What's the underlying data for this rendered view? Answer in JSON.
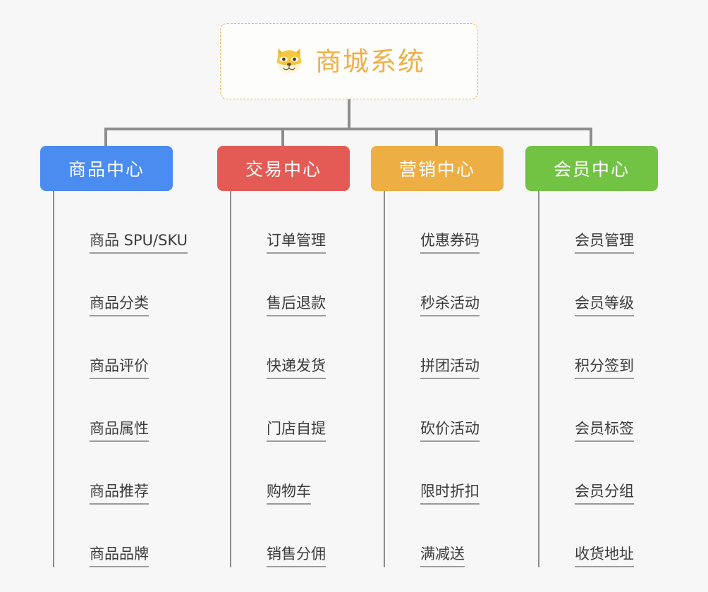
{
  "root": {
    "title": "商城系统",
    "icon": "shiba-dog-face-icon",
    "border_color": "#e8b960",
    "text_color": "#eeb04a"
  },
  "connector_color": "#8d8d8d",
  "background_color": "#f7f7f7",
  "columns": [
    {
      "label": "商品中心",
      "color": "#4a8cf0",
      "items": [
        "商品 SPU/SKU",
        "商品分类",
        "商品评价",
        "商品属性",
        "商品推荐",
        "商品品牌"
      ]
    },
    {
      "label": "交易中心",
      "color": "#e45b56",
      "items": [
        "订单管理",
        "售后退款",
        "快递发货",
        "门店自提",
        "购物车",
        "销售分佣"
      ]
    },
    {
      "label": "营销中心",
      "color": "#edae44",
      "items": [
        "优惠券码",
        "秒杀活动",
        "拼团活动",
        "砍价活动",
        "限时折扣",
        "满减送"
      ]
    },
    {
      "label": "会员中心",
      "color": "#72c344",
      "items": [
        "会员管理",
        "会员等级",
        "积分签到",
        "会员标签",
        "会员分组",
        "收货地址"
      ]
    }
  ]
}
